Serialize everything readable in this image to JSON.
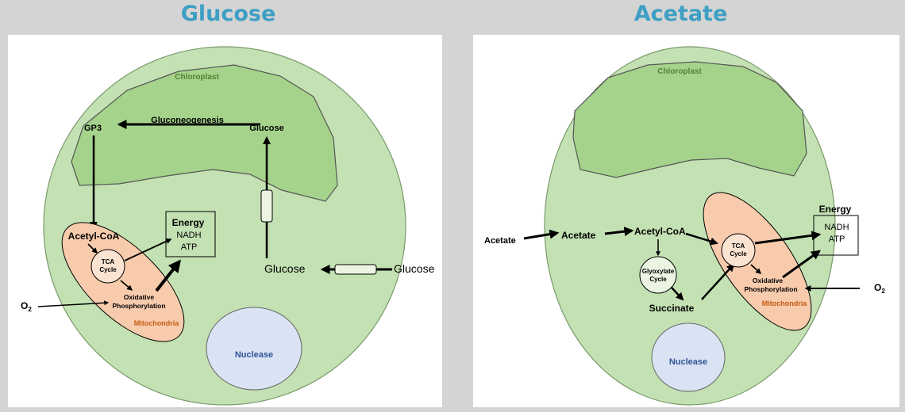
{
  "titles": {
    "left": "Glucose",
    "right": "Acetate"
  },
  "colors": {
    "title": "#3e9fc4",
    "cell": "#c3e1b3",
    "chloroplast": "#a5d38b",
    "mitochondria": "#f8cbad",
    "mito_label": "#c55a11",
    "chloro_label": "#548235",
    "nucleus": "#dae3f3",
    "nucleus_label": "#2f5597"
  },
  "glucose_panel": {
    "chloroplast": "Chloroplast",
    "gp3": "GP3",
    "gluconeogenesis": "Gluconeogenesis",
    "glucose_in_chloroplast": "Glucose",
    "acetyl_coa": "Acetyl-CoA",
    "tca_line1": "TCA",
    "tca_line2": "Cycle",
    "energy": "Energy",
    "nadh": "NADH",
    "atp": "ATP",
    "glucose_cytosol": "Glucose",
    "glucose_external": "Glucose",
    "oxphos_line1": "Oxidative",
    "oxphos_line2": "Phosphorylation",
    "mitochondria": "Mitochondria",
    "o2": "O",
    "o2_sub": "2",
    "nucleus": "Nuclease"
  },
  "acetate_panel": {
    "chloroplast": "Chloroplast",
    "acetate_external": "Acetate",
    "acetate_cytosol": "Acetate",
    "acetyl_coa": "Acetyl-CoA",
    "glyoxylate_line1": "Glyoxylate",
    "glyoxylate_line2": "Cycle",
    "succinate": "Succinate",
    "tca_line1": "TCA",
    "tca_line2": "Cycle",
    "energy": "Energy",
    "nadh": "NADH",
    "atp": "ATP",
    "oxphos_line1": "Oxidative",
    "oxphos_line2": "Phosphorylation",
    "mitochondria": "Mitochondria",
    "o2": "O",
    "o2_sub": "2",
    "nucleus": "Nuclease"
  }
}
